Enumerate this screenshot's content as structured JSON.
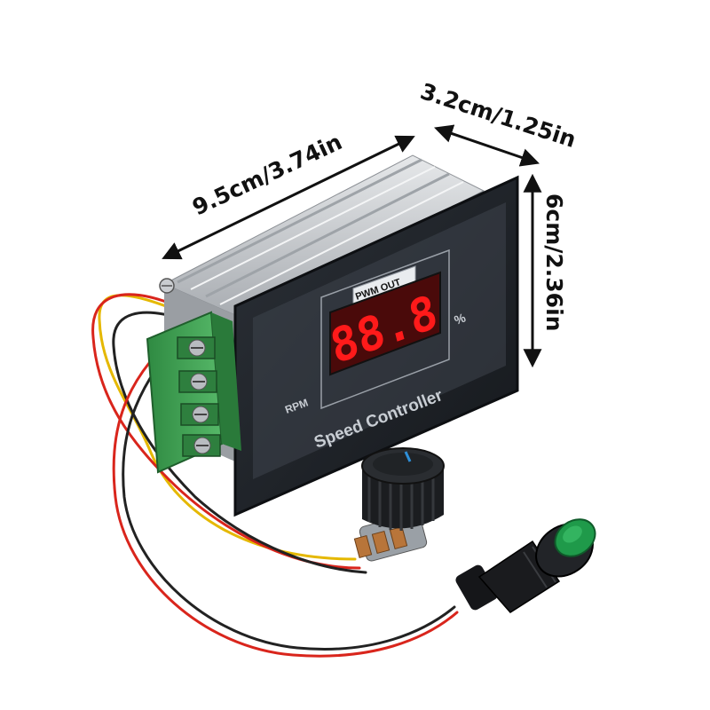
{
  "dimensions": {
    "length": "9.5cm/3.74in",
    "depth": "3.2cm/1.25in",
    "height": "6cm/2.36in"
  },
  "panel": {
    "pwm_label": "PWM OUT",
    "display_value": "88.8",
    "unit": "%",
    "rpm_label": "RPM",
    "title": "Speed Controller"
  },
  "colors": {
    "panel": "#1f2329",
    "display_on": "#ff1a1a",
    "display_bg": "#4a0a0a",
    "terminal": "#3c9a4f",
    "knob_marker": "#2e8fd8",
    "switch_cap": "#1f9a4a",
    "heatsink": "#c8ccd0",
    "wire_red": "#d9251c",
    "wire_yellow": "#e5b800"
  },
  "icons": {
    "dimension_arrow": "double-headed-arrow",
    "knob": "potentiometer-knob",
    "switch": "push-button-switch",
    "terminal": "screw-terminal-block"
  }
}
